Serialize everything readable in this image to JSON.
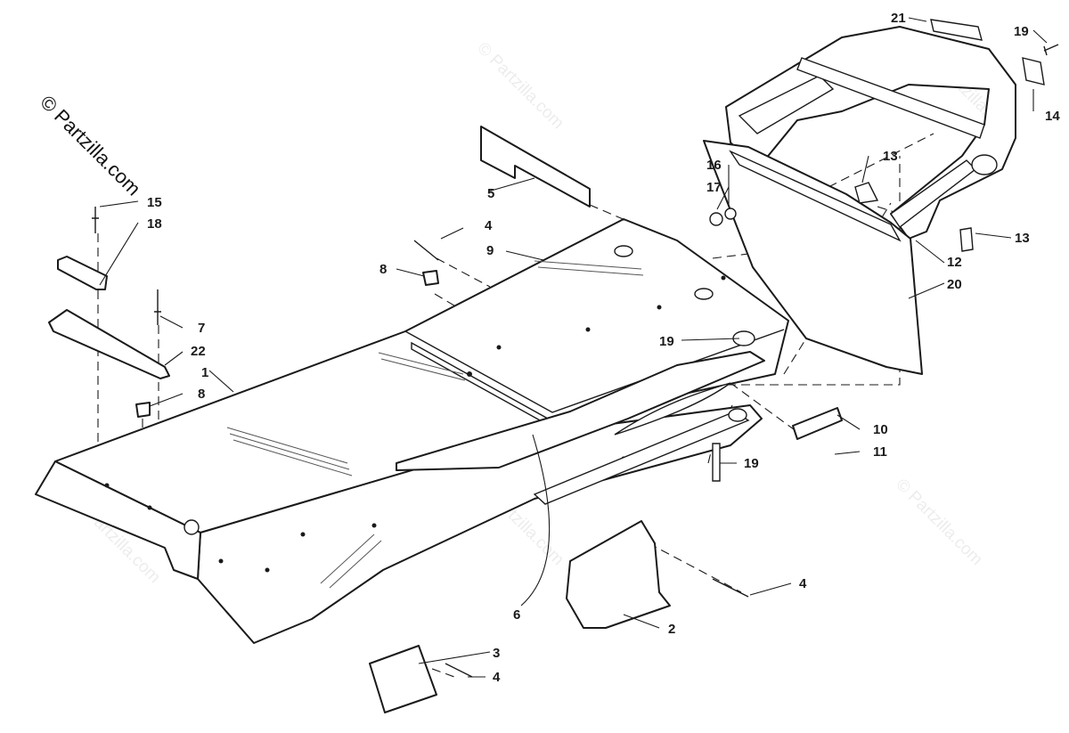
{
  "watermark": {
    "copyright": "© Partzilla.com",
    "faint": "© Partzilla.com"
  },
  "callouts": [
    "21",
    "19",
    "14",
    "16",
    "17",
    "13",
    "13",
    "12",
    "20",
    "5",
    "15",
    "18",
    "4",
    "9",
    "8",
    "7",
    "22",
    "1",
    "8",
    "19",
    "10",
    "11",
    "19",
    "6",
    "2",
    "3",
    "4",
    "4"
  ]
}
